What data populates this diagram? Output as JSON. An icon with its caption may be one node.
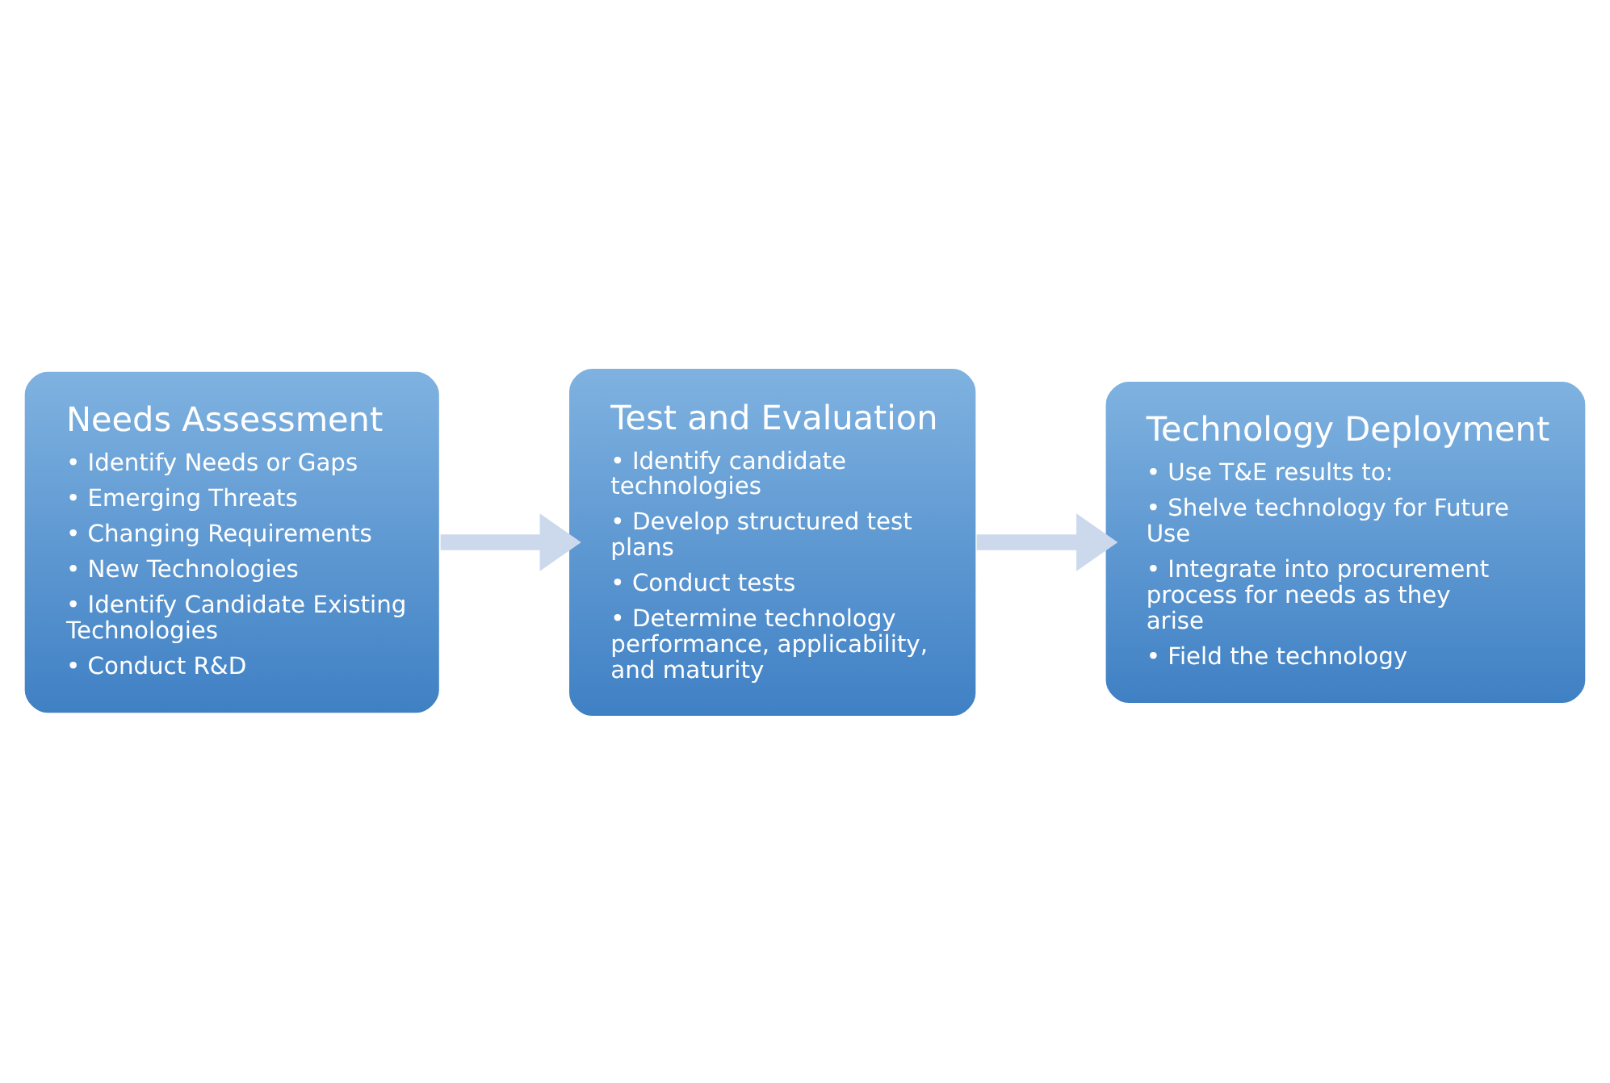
{
  "diagram": {
    "nodes": [
      {
        "text": [
          "Needs Assessment",
          "• Identify Needs or Gaps",
          "• Emerging Threats",
          "• Changing Requirements",
          "• New Technologies",
          "• Identify Candidate Existing Technologies",
          "• Conduct R&D"
        ]
      },
      {
        "text": [
          "Test and Evaluation",
          "• Identify candidate technologies",
          "• Develop structured test plans",
          "• Conduct tests",
          "• Determine technology performance, applicability, and maturity"
        ]
      },
      {
        "text": [
          "Technology Deployment",
          "• Use T&E results to:",
          "• Shelve technology for Future Use",
          "• Integrate into procurement process for needs as they arise",
          "• Field the technology"
        ]
      }
    ],
    "edges": [
      {
        "from": 0,
        "to": 1,
        "arrow": "to"
      },
      {
        "from": 1,
        "to": 2,
        "arrow": "to"
      }
    ]
  }
}
